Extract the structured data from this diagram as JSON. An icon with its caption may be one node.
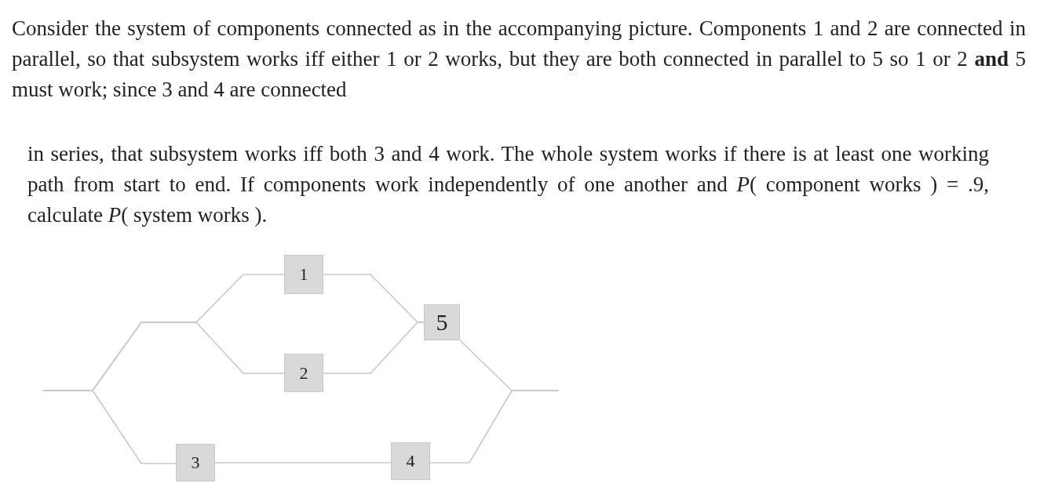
{
  "diagram": {
    "nodes": [
      {
        "text": [
          "1"
        ]
      },
      {
        "text": [
          "2"
        ]
      },
      {
        "text": [
          "5"
        ]
      },
      {
        "text": [
          "3"
        ]
      },
      {
        "text": [
          "4"
        ]
      }
    ],
    "edges": [
      {
        "from": null,
        "to": 0,
        "arrow": "none"
      },
      {
        "from": null,
        "to": 1,
        "arrow": "none"
      },
      {
        "from": null,
        "to": 3,
        "arrow": "none"
      },
      {
        "from": 0,
        "to": 2,
        "arrow": "none"
      },
      {
        "from": 1,
        "to": 2,
        "arrow": "none"
      },
      {
        "from": 3,
        "to": 4,
        "arrow": "none"
      },
      {
        "from": 2,
        "to": null,
        "arrow": "none"
      },
      {
        "from": 4,
        "to": null,
        "arrow": "none"
      }
    ],
    "labels": [
      "Consider the system of components connected as in the accompanying picture. Components 1 and 2 are connected in parallel, so that subsystem works iff either 1 or 2 works, but they are both connected in parallel to 5 so 1 or 2 **and** 5 must work; since 3 and 4 are connected",
      "in series, that subsystem works iff both 3 and 4 work. The whole system works if there is at least one working path from start to end. If components work independently of one another and *P*( component works ) = .9, calculate *P*( system works )."
    ]
  }
}
